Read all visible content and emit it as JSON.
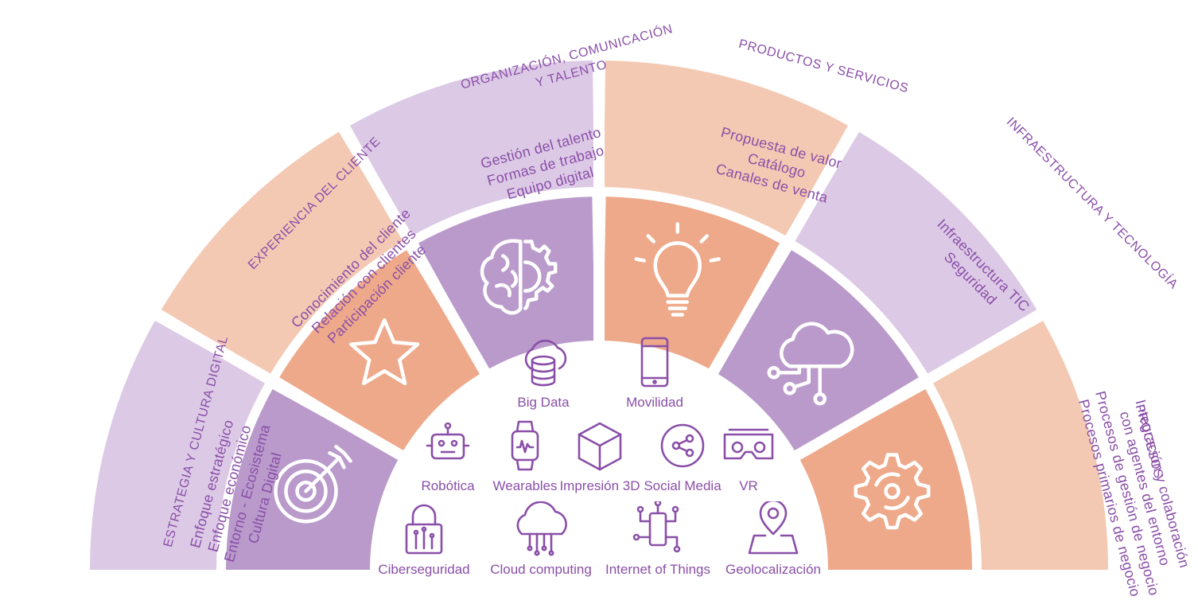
{
  "sectors": [
    {
      "id": "estrategia",
      "category": [
        "ESTRATEGIA Y CULTURA DIGITAL"
      ],
      "items": [
        "Enfoque estratégico",
        "Enfoque económico",
        "Entorno - Ecosistema",
        "Cultura Digital"
      ],
      "icon": "target-icon",
      "outer_color": "#dcc9e5",
      "inner_color": "#b99acb"
    },
    {
      "id": "cliente",
      "category": [
        "EXPERIENCIA DEL CLIENTE"
      ],
      "items": [
        "Conocimiento del cliente",
        "Relación con clientes",
        "Participación cliente"
      ],
      "icon": "star-icon",
      "outer_color": "#f4c9b3",
      "inner_color": "#eea98a"
    },
    {
      "id": "organizacion",
      "category": [
        "ORGANIZACIÓN, COMUNICACIÓN",
        "Y TALENTO"
      ],
      "items": [
        "Gestión del talento",
        "Formas de trabajo",
        "Equipo digital"
      ],
      "icon": "brain-gear-icon",
      "outer_color": "#dcc9e5",
      "inner_color": "#b99acb"
    },
    {
      "id": "productos",
      "category": [
        "PRODUCTOS Y SERVICIOS"
      ],
      "items": [
        "Propuesta de valor",
        "Catálogo",
        "Canales de venta"
      ],
      "icon": "lightbulb-icon",
      "outer_color": "#f4c9b3",
      "inner_color": "#eea98a"
    },
    {
      "id": "infraestructura",
      "category": [
        "INFRAESTRUCTURA Y TECNOLOGÍA"
      ],
      "items": [
        "Infraestructura TIC",
        "Seguridad"
      ],
      "icon": "cloud-network-icon",
      "outer_color": "#dcc9e5",
      "inner_color": "#b99acb"
    },
    {
      "id": "procesos",
      "category": [
        "PROCESOS"
      ],
      "items": [
        "Integración y colaboración",
        "con agentes del entorno",
        "Procesos de gestión de negocio",
        "Procesos primarios de negocio"
      ],
      "icon": "gear-icon",
      "outer_color": "#f4c9b3",
      "inner_color": "#eea98a"
    }
  ],
  "technologies": [
    {
      "label": "Big Data",
      "icon": "cloud-database-icon"
    },
    {
      "label": "Movilidad",
      "icon": "smartphone-icon"
    },
    {
      "label": "Robótica",
      "icon": "robot-icon"
    },
    {
      "label": "Wearables",
      "icon": "smartwatch-icon"
    },
    {
      "label": "Impresión 3D",
      "icon": "cube-icon"
    },
    {
      "label": "Social Media",
      "icon": "share-icon"
    },
    {
      "label": "VR",
      "icon": "vr-headset-icon"
    },
    {
      "label": "Ciberseguridad",
      "icon": "padlock-circuit-icon"
    },
    {
      "label": "Cloud computing",
      "icon": "cloud-circuit-icon"
    },
    {
      "label": "Internet of Things",
      "icon": "iot-phone-icon"
    },
    {
      "label": "Geolocalización",
      "icon": "map-pin-icon"
    }
  ],
  "colors": {
    "text": "#8a4fa8",
    "icon_light": "#ffffff",
    "icon_dark": "#8a4fa8"
  }
}
